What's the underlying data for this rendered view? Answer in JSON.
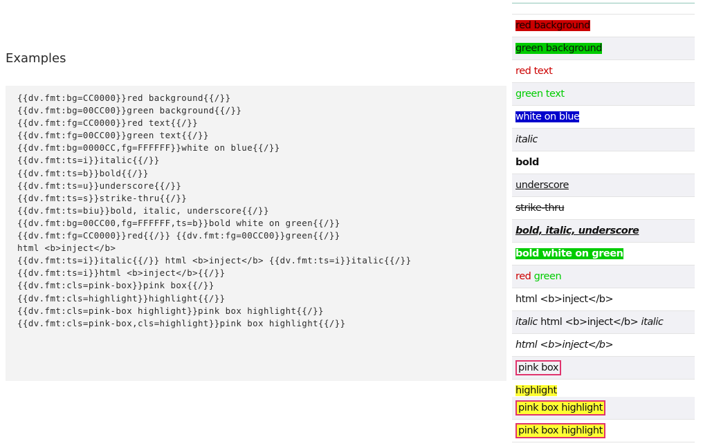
{
  "section": {
    "heading": "Examples"
  },
  "code_lines": [
    "{{dv.fmt:bg=CC0000}}red background{{/}}",
    "{{dv.fmt:bg=00CC00}}green background{{/}}",
    "{{dv.fmt:fg=CC0000}}red text{{/}}",
    "{{dv.fmt:fg=00CC00}}green text{{/}}",
    "{{dv.fmt:bg=0000CC,fg=FFFFFF}}white on blue{{/}}",
    "{{dv.fmt:ts=i}}italic{{/}}",
    "{{dv.fmt:ts=b}}bold{{/}}",
    "{{dv.fmt:ts=u}}underscore{{/}}",
    "{{dv.fmt:ts=s}}strike-thru{{/}}",
    "{{dv.fmt:ts=biu}}bold, italic, underscore{{/}}",
    "{{dv.fmt:bg=00CC00,fg=FFFFFF,ts=b}}bold white on green{{/}}",
    "{{dv.fmt:fg=CC0000}}red{{/}} {{dv.fmt:fg=00CC00}}green{{/}}",
    "html <b>inject</b>",
    "{{dv.fmt:ts=i}}italic{{/}} html <b>inject</b> {{dv.fmt:ts=i}}italic{{/}}",
    "{{dv.fmt:ts=i}}html <b>inject</b>{{/}}",
    "{{dv.fmt:cls=pink-box}}pink box{{/}}",
    "{{dv.fmt:cls=highlight}}highlight{{/}}",
    "{{dv.fmt:cls=pink-box highlight}}pink box highlight{{/}}",
    "{{dv.fmt:cls=pink-box,cls=highlight}}pink box highlight{{/}}"
  ],
  "results": {
    "red_background": "red background",
    "green_background": "green background",
    "red_text": "red text",
    "green_text": "green text",
    "white_on_blue": "white on blue",
    "italic": "italic",
    "bold": "bold",
    "underscore": "underscore",
    "strike_thru": "strike-thru",
    "bold_italic_underscore": "bold, italic, underscore",
    "bold_white_on_green": "bold white on green",
    "red": "red",
    "green": "green",
    "html_inject": "html <b>inject</b>",
    "italic_left": "italic",
    "html_inject_mid": " html <b>inject</b> ",
    "italic_right": "italic",
    "italic_html_inject": "html <b>inject</b>",
    "pink_box": "pink box",
    "highlight": "highlight",
    "pink_box_highlight_1": "pink box highlight",
    "pink_box_highlight_2": "pink box highlight"
  },
  "colors": {
    "red": "#CC0000",
    "green": "#00CC00",
    "blue": "#0000CC",
    "white": "#FFFFFF",
    "pink_border": "#e0336d",
    "highlight_yellow": "#ffff33",
    "code_background": "#f3f3f3",
    "alt_row_background": "#f1f1f5"
  }
}
